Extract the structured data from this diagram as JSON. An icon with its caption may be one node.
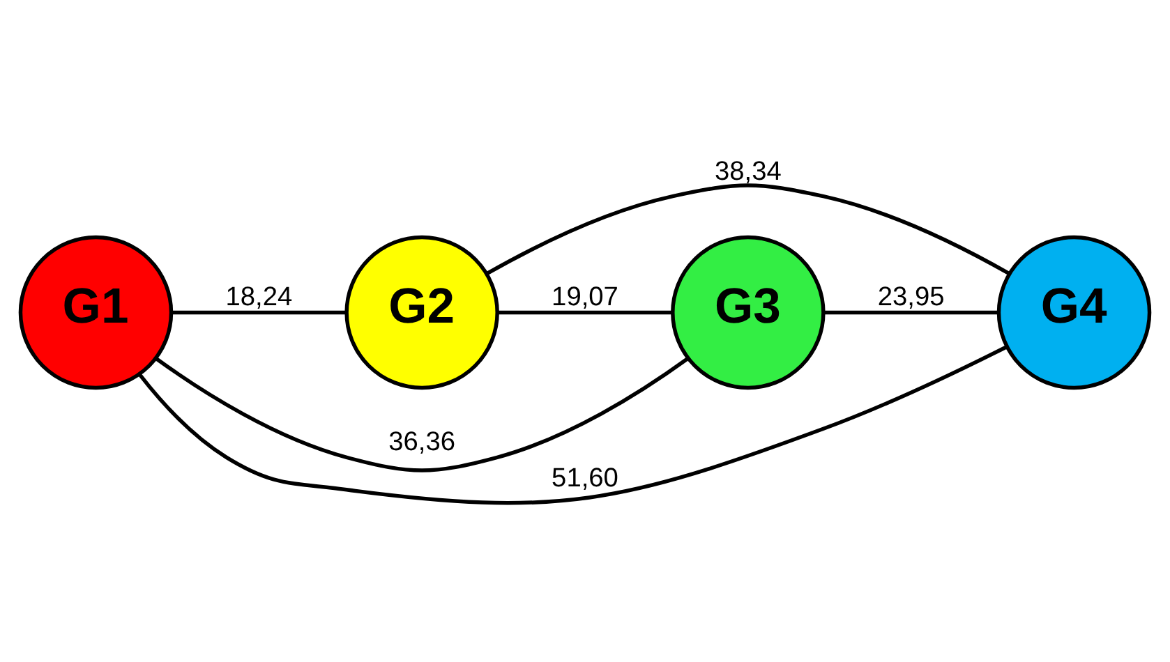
{
  "diagram": {
    "nodes": [
      {
        "text": [
          "G1"
        ]
      },
      {
        "text": [
          "G2"
        ]
      },
      {
        "text": [
          "G3"
        ]
      },
      {
        "text": [
          "G4"
        ]
      }
    ],
    "edges": [
      {
        "from": 0,
        "to": 1,
        "arrow": "none",
        "label": "18,24"
      },
      {
        "from": 1,
        "to": 2,
        "arrow": "none",
        "label": "19,07"
      },
      {
        "from": 2,
        "to": 3,
        "arrow": "none",
        "label": "23,95"
      },
      {
        "from": 0,
        "to": 2,
        "arrow": "none",
        "label": "36,36"
      },
      {
        "from": 1,
        "to": 3,
        "arrow": "none",
        "label": "38,34"
      },
      {
        "from": 0,
        "to": 3,
        "arrow": "none",
        "label": "51,60"
      }
    ]
  }
}
